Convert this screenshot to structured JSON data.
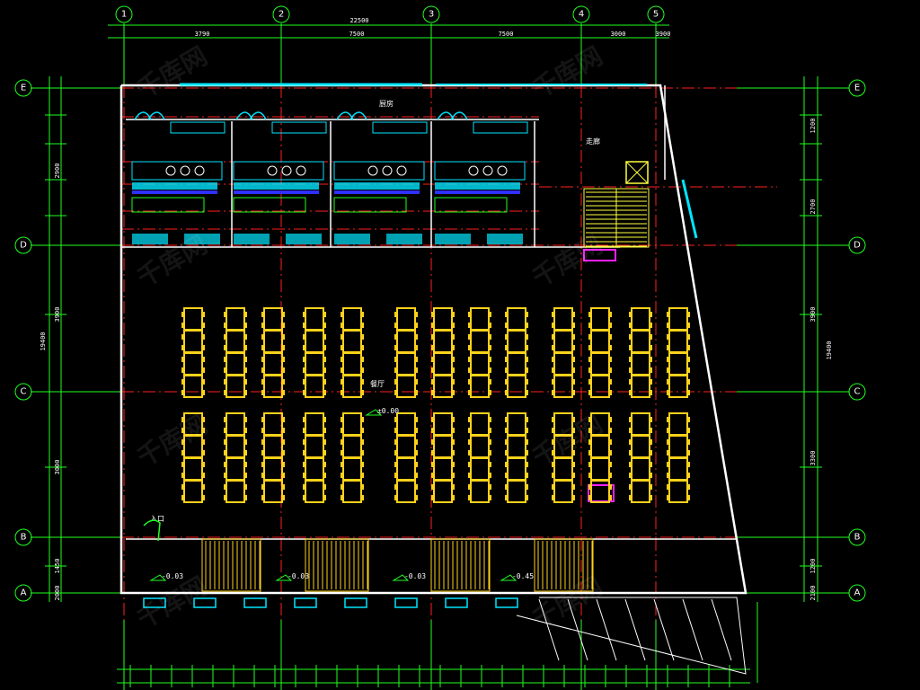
{
  "drawing": {
    "colors": {
      "background": "#000000",
      "axis_line": "#ff2020",
      "dimension": "#20ff20",
      "wall": "#ffffff",
      "table": "#ffd21a",
      "fixture": "#00e5ff",
      "stair": "#ffff40",
      "accent": "#ff20ff"
    },
    "column_axes": [
      "1",
      "2",
      "3",
      "4",
      "5"
    ],
    "row_axes": [
      "E",
      "D",
      "C",
      "B",
      "A"
    ],
    "top_dimensions": [
      "3790",
      "7500",
      "7500",
      "3000",
      "3900"
    ],
    "top_overall": "22500",
    "left_dimensions": [
      "2900",
      "3900",
      "3000",
      "1450",
      "2000"
    ],
    "left_overall": "19400",
    "right_dimensions": [
      "1200",
      "2700",
      "3900",
      "3300",
      "1200",
      "2100"
    ],
    "right_overall": "19400",
    "room_labels": {
      "kitchen_strip": "厨房",
      "corridor": "走廊",
      "dining": "餐厅",
      "entrance": "入口"
    },
    "level_marks": [
      "±0.00",
      "-0.03",
      "-0.03",
      "-0.03",
      "-0.45"
    ],
    "watermark": "千库网"
  }
}
